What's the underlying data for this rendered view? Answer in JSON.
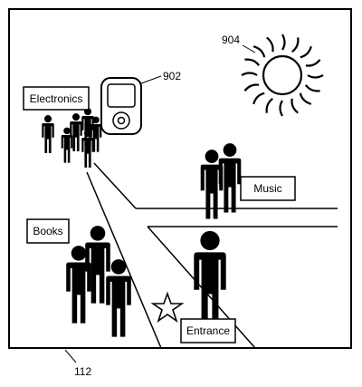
{
  "labels": {
    "electronics": "Electronics",
    "music": "Music",
    "books": "Books",
    "entrance": "Entrance"
  },
  "references": {
    "device": "902",
    "sun": "904",
    "figure": "112"
  },
  "icons": [
    "portable-media-player-icon",
    "sun-icon",
    "star-icon",
    "person-icon"
  ],
  "colors": {
    "ink": "#000000",
    "paper": "#ffffff"
  }
}
